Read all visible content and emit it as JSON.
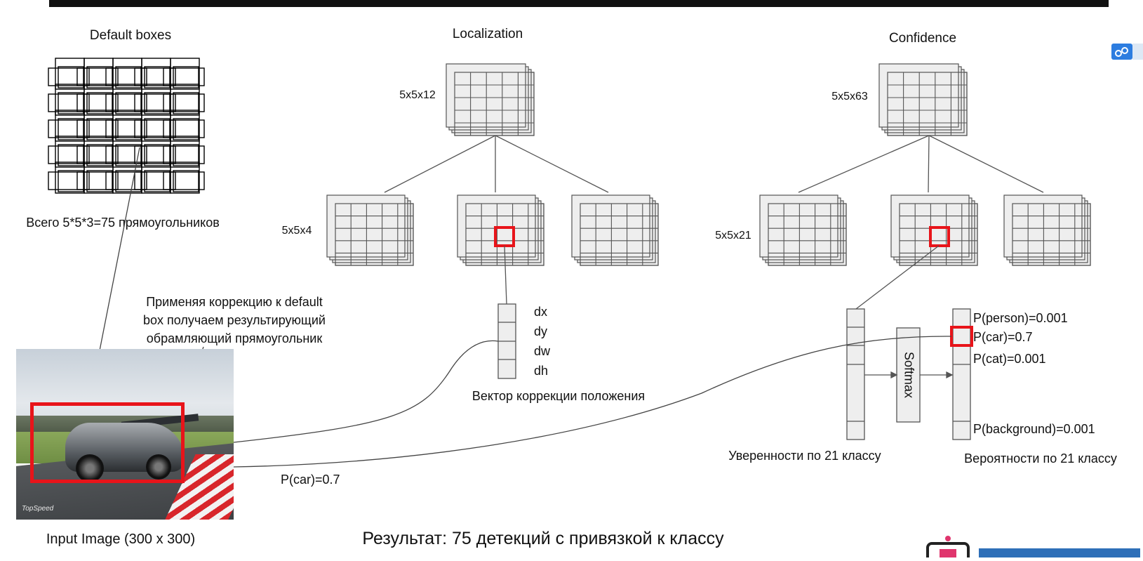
{
  "labels": {
    "default_boxes": "Default boxes",
    "localization": "Localization",
    "confidence": "Confidence",
    "total_boxes": "Всего 5*5*3=75 прямоугольников",
    "loc_shape_top": "5x5x12",
    "loc_shape_bottom": "5x5x4",
    "conf_shape_top": "5x5x63",
    "conf_shape_bottom": "5x5x21",
    "correction_line1": "Применяя коррекцию к default",
    "correction_line2": "box получаем результирующий",
    "correction_line3": "обрамляющий прямоугольник",
    "dx": "dx",
    "dy": "dy",
    "dw": "dw",
    "dh": "dh",
    "vector_caption": "Вектор коррекции положения",
    "softmax": "Softmax",
    "p_person": "P(person)=0.001",
    "p_car": "P(car)=0.7",
    "p_cat": "P(cat)=0.001",
    "p_background": "P(background)=0.001",
    "confidences_caption": "Уверенности по 21 классу",
    "probabilities_caption": "Вероятности по 21 классу",
    "p_car_bottom": "P(car)=0.7",
    "input_image": "Input Image (300 x 300)",
    "result": "Результат: 75 детекций с привязкой к классу",
    "watermark": "TopSpeed"
  },
  "colors": {
    "highlight": "#e8141a",
    "cell_fill": "#eeeeee",
    "line": "#555555"
  }
}
